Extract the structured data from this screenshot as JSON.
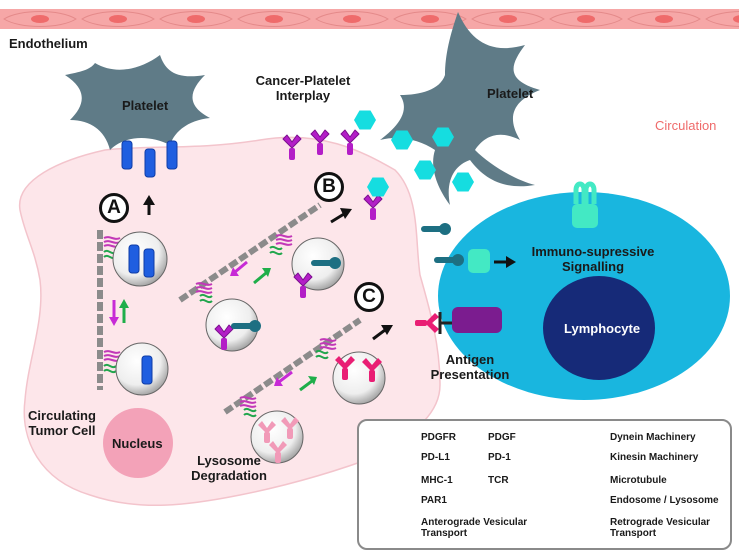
{
  "labels": {
    "endothelium": "Endothelium",
    "interplay": "Cancer-Platelet Interplay",
    "platelet_left": "Platelet",
    "platelet_right": "Platelet",
    "circulation": "Circulation",
    "immuno": "Immuno-supressive Signalling",
    "lymphocyte": "Lymphocyte",
    "antigen": "Antigen Presentation",
    "ctc": "Circulating Tumor Cell",
    "nucleus": "Nucleus",
    "lysosome_deg": "Lysosome Degradation",
    "step_a": "A",
    "step_b": "B",
    "step_c": "C"
  },
  "legend": {
    "pdgfr": "PDGFR",
    "pdgf": "PDGF",
    "dynein": "Dynein Machinery",
    "pdl1": "PD-L1",
    "pd1": "PD-1",
    "kinesin": "Kinesin Machinery",
    "mhc1": "MHC-1",
    "microtubule": "Microtubule",
    "par1": "PAR1",
    "tcr": "TCR",
    "endosome": "Endosome / Lysosome",
    "anterograde": "Anterograde Vesicular Transport",
    "retrograde": "Retrograde Vesicular Transport"
  },
  "colors": {
    "endothelium_fill": "#f6a7a7",
    "endothelium_nucleus": "#ef6b6b",
    "tumor_cell": "#fde6ea",
    "tumor_outline": "#f0b9c2",
    "platelet": "#5f7b87",
    "lymphocyte_outer": "#19b6df",
    "lymphocyte_inner": "#162a78",
    "nucleus": "#f3a2b8",
    "pdgfr": "#b31ec7",
    "pdgf": "#15dde0",
    "pdl1": "#1d6f82",
    "pd1": "#43e9c4",
    "mhc1": "#e91e74",
    "mhc1_light": "#f19ab8",
    "tcr": "#7b1c8f",
    "par1": "#1f5ee0",
    "microtubule": "#8b8b8b",
    "dynein": "#c238b8",
    "kinesin": "#22a64d",
    "anterograde": "#1fae4a",
    "retrograde": "#c72ad6",
    "circulation_text": "#ef6b6b"
  }
}
